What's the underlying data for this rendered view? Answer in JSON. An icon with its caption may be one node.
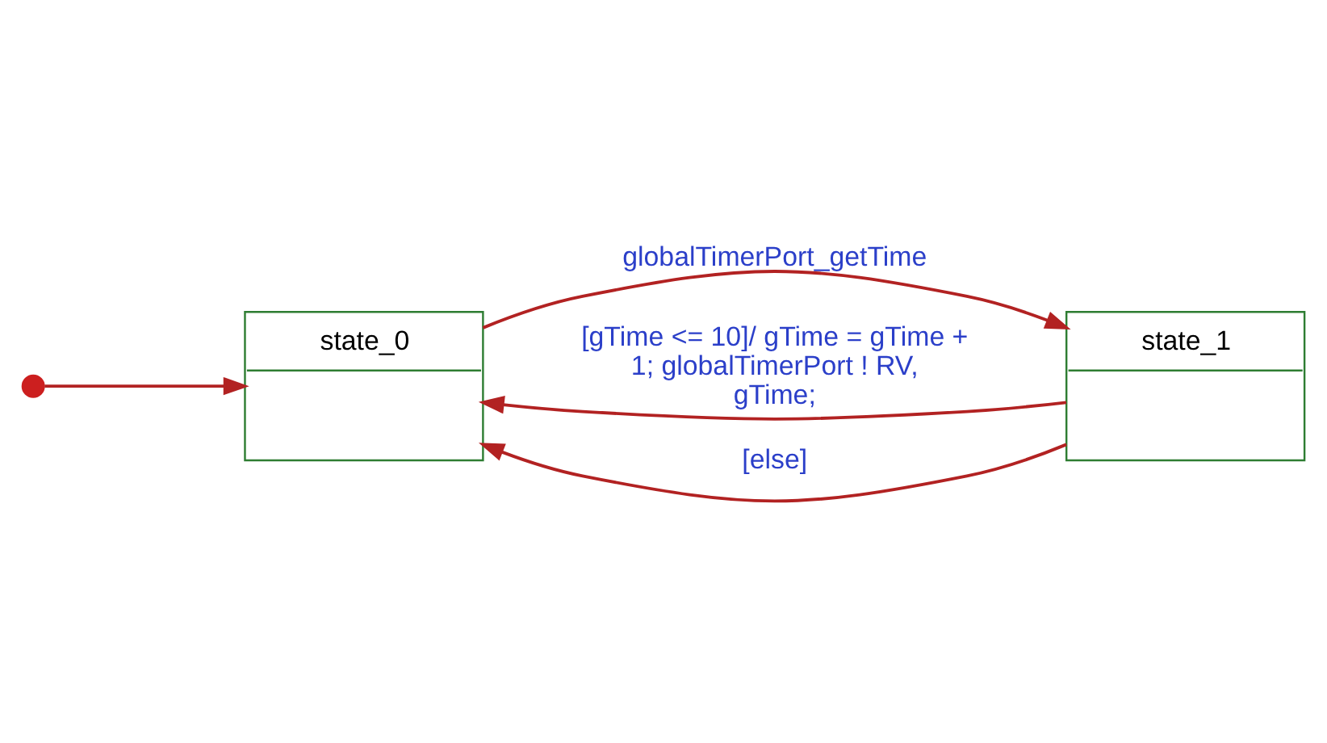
{
  "diagram": {
    "nodes": [
      {
        "text": [],
        "shape": "circle"
      },
      {
        "text": [
          "state_0"
        ]
      },
      {
        "text": [
          "state_1"
        ]
      }
    ],
    "edges": [
      {
        "from": 0,
        "to": 1,
        "arrow": "to"
      },
      {
        "from": 1,
        "to": 2,
        "arrow": "to",
        "label": "globalTimerPort_getTime"
      },
      {
        "from": 2,
        "to": 1,
        "arrow": "to",
        "label": "[gTime <= 10]/ gTime = gTime + 1; globalTimerPort ! RV, gTime;"
      },
      {
        "from": 2,
        "to": 1,
        "arrow": "to",
        "label": "[else]"
      }
    ]
  }
}
